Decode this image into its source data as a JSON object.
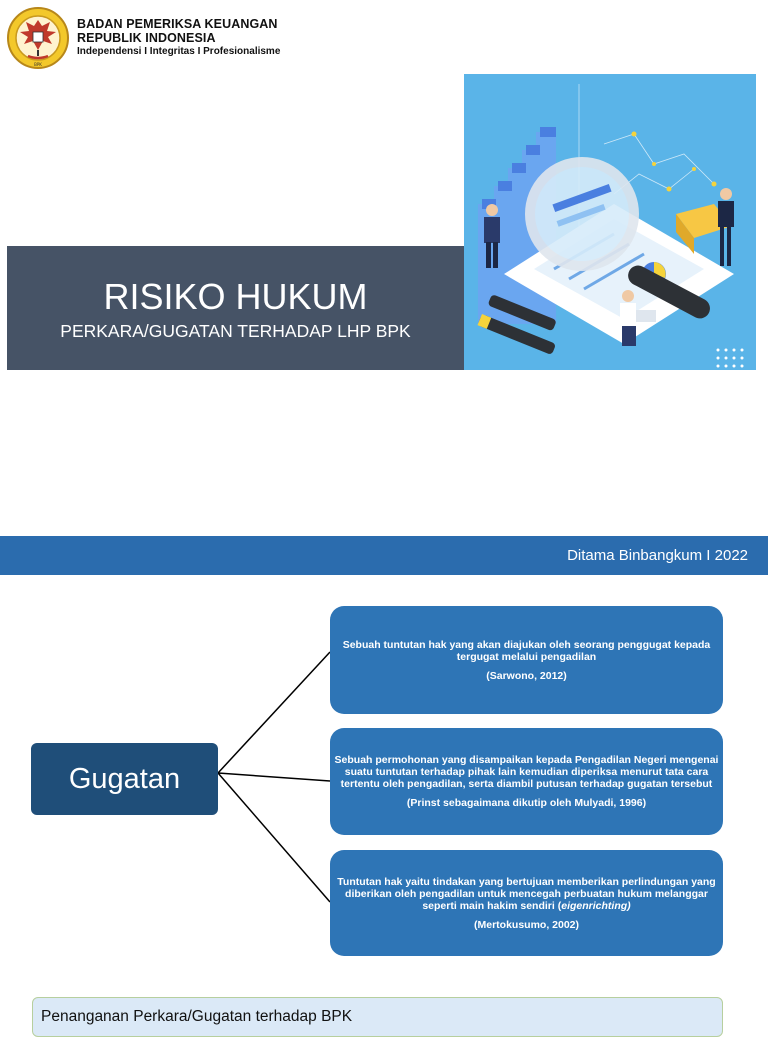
{
  "slide1": {
    "org": {
      "line1": "BADAN PEMERIKSA KEUANGAN",
      "line2": "REPUBLIK INDONESIA",
      "tagline": "Independensi I Integritas I Profesionalisme"
    },
    "title": "RISIKO HUKUM",
    "subtitle": "PERKARA/GUGATAN TERHADAP LHP BPK",
    "footer": "Ditama Binbangkum  I  2022",
    "colors": {
      "title_bar": "#465366",
      "footer_bar": "#2b6cae",
      "hero_bg": "#5ab4e8"
    },
    "logo_icon": "garuda-emblem-icon",
    "hero_icon": "data-analysis-illustration"
  },
  "slide2": {
    "center_label": "Gugatan",
    "definitions": [
      {
        "text_parts": [
          "Sebuah tuntutan hak yang akan diajukan oleh seorang penggugat kepada tergugat melalui pengadilan"
        ],
        "source": "(Sarwono, 2012)"
      },
      {
        "text_parts": [
          "Sebuah permohonan yang disampaikan kepada Pengadilan Negeri mengenai suatu tuntutan terhadap pihak lain kemudian diperiksa menurut tata cara tertentu oleh pengadilan, serta diambil putusan terhadap gugatan tersebut"
        ],
        "source": "(Prinst sebagaimana dikutip oleh Mulyadi, 1996)"
      },
      {
        "text_parts": [
          "Tuntutan hak yaitu tindakan yang bertujuan memberikan perlindungan yang diberikan oleh pengadilan untuk mencegah perbuatan hukum melanggar seperti main hakim sendiri (",
          "eigenrichting)"
        ],
        "source": "(Mertokusumo, 2002)"
      }
    ],
    "note_title": "Penanganan Perkara/Gugatan terhadap BPK",
    "colors": {
      "center_box": "#1f4e79",
      "definition_box": "#2e75b6"
    }
  }
}
